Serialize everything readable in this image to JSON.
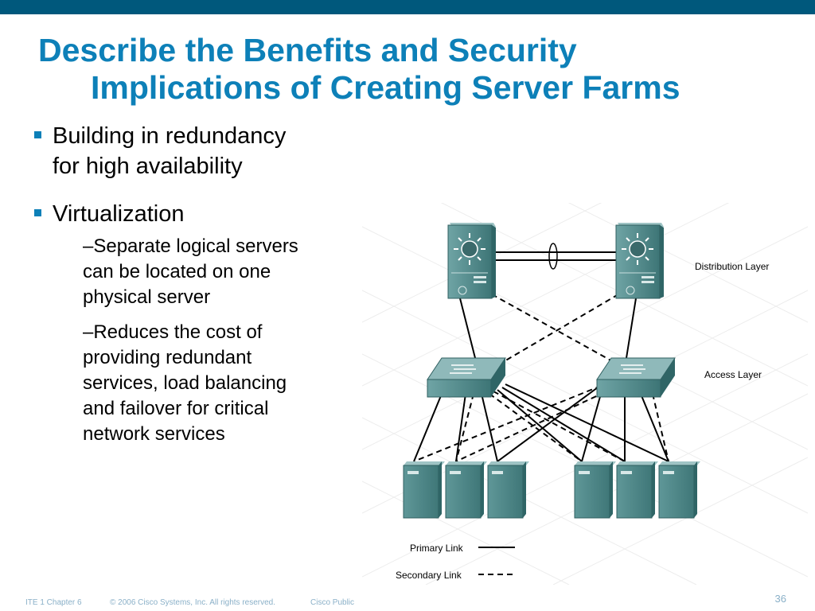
{
  "slide": {
    "title_line1": "Describe the Benefits and Security",
    "title_line2": "Implications of Creating Server Farms",
    "bullets": [
      {
        "text_line1": "Building in redundancy",
        "text_line2": "for high availability"
      },
      {
        "text": "Virtualization"
      }
    ],
    "sub_bullets": [
      {
        "lines": [
          "–Separate logical servers",
          "can be located on one",
          "physical server"
        ]
      },
      {
        "lines": [
          "–Reduces the cost of",
          "providing redundant",
          "services, load balancing",
          "and failover for critical",
          "network services"
        ]
      }
    ],
    "page_number": "36"
  },
  "diagram": {
    "distribution_label": "Distribution Layer",
    "access_label": "Access Layer",
    "legend_primary": "Primary Link",
    "legend_secondary": "Secondary Link"
  },
  "footer": {
    "course": "ITE 1 Chapter 6",
    "copyright": "© 2006 Cisco Systems, Inc. All rights reserved.",
    "classification": "Cisco Public"
  },
  "colors": {
    "top_bar": "#00587c",
    "title": "#0d80b8",
    "bullet": "#0d80b8",
    "device": "#4f8a8b",
    "footer_text": "#8ab0c8"
  }
}
